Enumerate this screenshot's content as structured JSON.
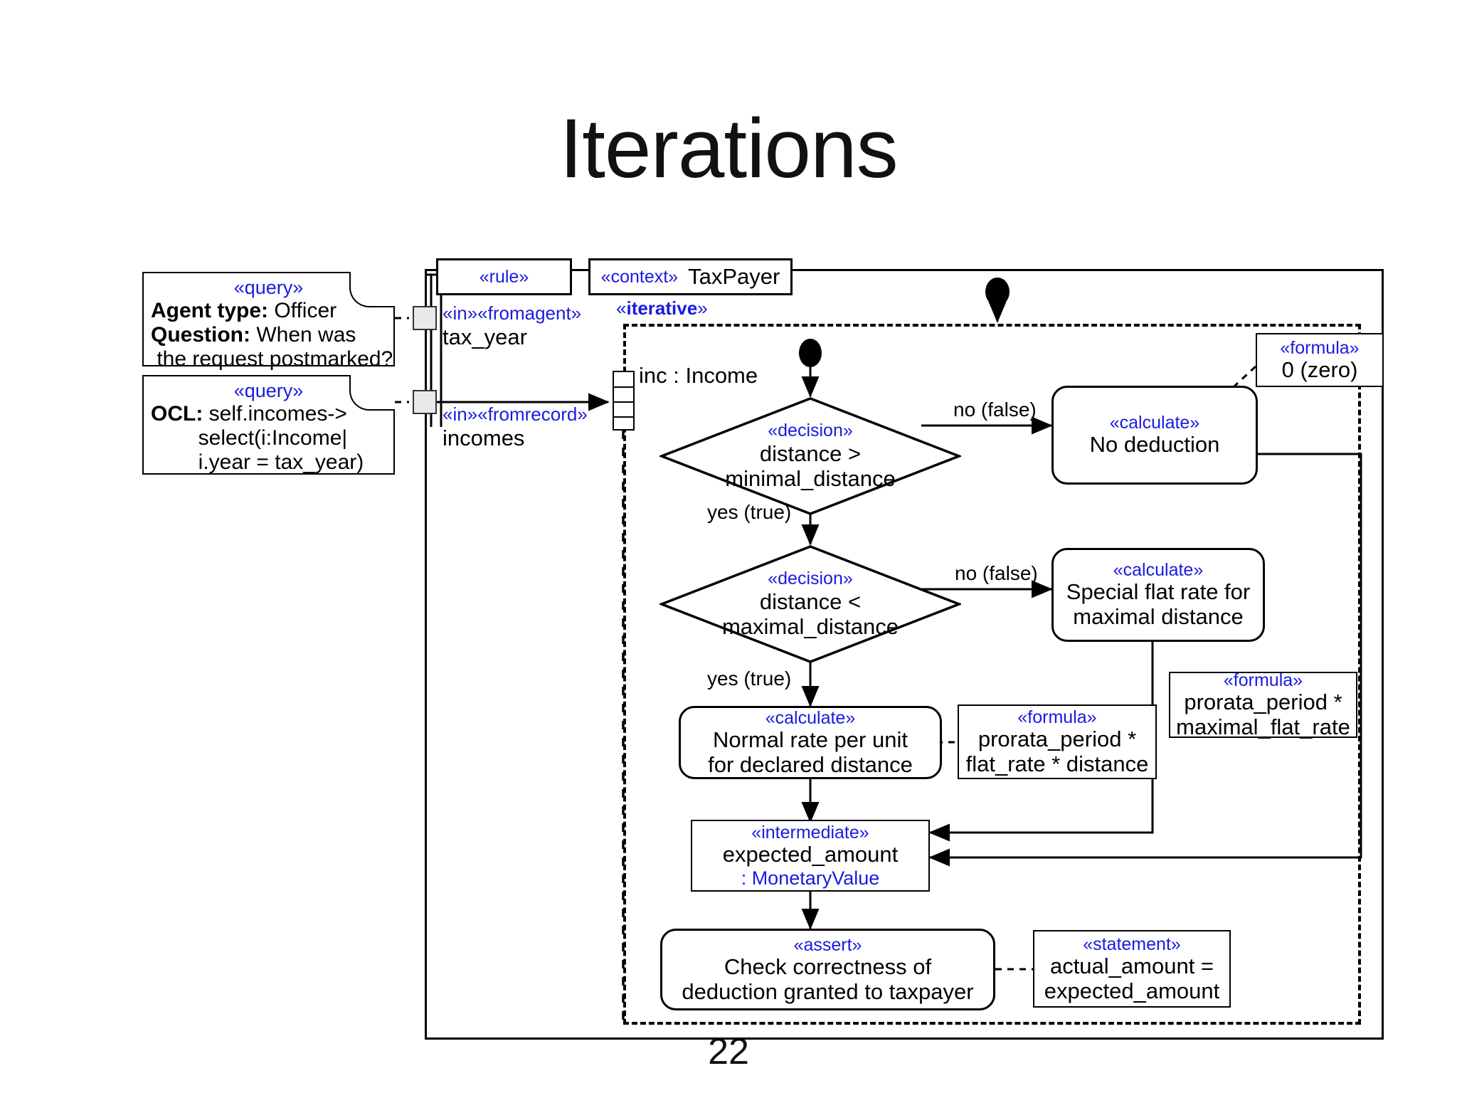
{
  "slide": {
    "title": "Iterations",
    "page_number": "22"
  },
  "notes": [
    {
      "stereotype": "«query»",
      "lines": [
        {
          "bold": "Agent type:",
          "rest": " Officer"
        },
        {
          "bold": "Question:",
          "rest": " When was"
        },
        {
          "bold": "",
          "rest": " the request postmarked?"
        }
      ]
    },
    {
      "stereotype": "«query»",
      "lines": [
        {
          "bold": "OCL:",
          "rest": " self.incomes->"
        },
        {
          "bold": "",
          "rest": "        select(i:Income|"
        },
        {
          "bold": "",
          "rest": "        i.year = tax_year)"
        }
      ]
    }
  ],
  "header": {
    "rule_stereotype": "«rule»",
    "context_stereotype": "«context»",
    "context_name": "TaxPayer"
  },
  "ports": [
    {
      "stereotype": "«in»«fromagent»",
      "name": "tax_year"
    },
    {
      "stereotype": "«in»«fromrecord»",
      "name": "incomes"
    }
  ],
  "iterative_label": {
    "open": "«",
    "word": "iterative",
    "close": "»"
  },
  "loop_variable": "inc : Income",
  "decisions": [
    {
      "stereotype": "«decision»",
      "line1": "distance >",
      "line2": "minimal_distance",
      "no_label": "no (false)",
      "yes_label": "yes (true)"
    },
    {
      "stereotype": "«decision»",
      "line1": "distance <",
      "line2": "maximal_distance",
      "no_label": "no (false)",
      "yes_label": "yes (true)"
    }
  ],
  "actions": [
    {
      "stereotype": "«calculate»",
      "line1": "No deduction",
      "line2": ""
    },
    {
      "stereotype": "«calculate»",
      "line1": "Special flat rate for",
      "line2": "maximal distance"
    },
    {
      "stereotype": "«calculate»",
      "line1": "Normal rate per unit",
      "line2": "for declared distance"
    },
    {
      "stereotype": "«assert»",
      "line1": "Check correctness of",
      "line2": "deduction granted to taxpayer"
    }
  ],
  "formulas": [
    {
      "stereotype": "«formula»",
      "line1": "0 (zero)",
      "line2": ""
    },
    {
      "stereotype": "«formula»",
      "line1": "prorata_period *",
      "line2": "maximal_flat_rate"
    },
    {
      "stereotype": "«formula»",
      "line1": "prorata_period *",
      "line2": "flat_rate * distance"
    }
  ],
  "intermediate": {
    "stereotype": "«intermediate»",
    "name": "expected_amount",
    "type": ": MonetaryValue"
  },
  "statement": {
    "stereotype": "«statement»",
    "line1": "actual_amount =",
    "line2": "expected_amount"
  },
  "colors": {
    "stereotype_blue": "#1a1ae0",
    "line_black": "#000000",
    "port_fill": "#e9e9e9",
    "background": "#ffffff"
  }
}
